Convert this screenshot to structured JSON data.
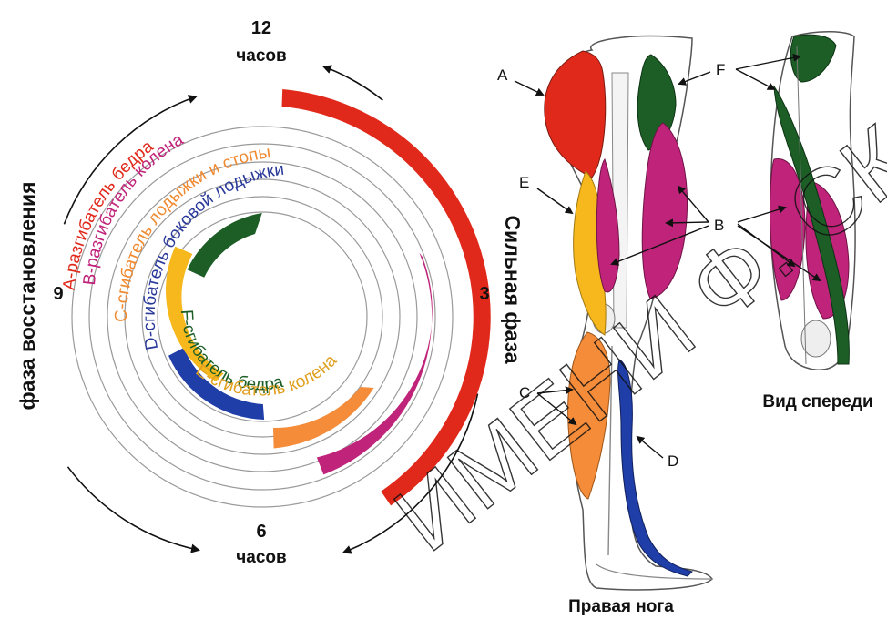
{
  "clock": {
    "top_num": "12",
    "top_word": "часов",
    "right_num": "3",
    "bottom_num": "6",
    "bottom_word": "часов",
    "left_num": "9",
    "left_label": "фаза восстановления",
    "right_label": "Сильная фаза"
  },
  "muscles": {
    "A": "А-разгибатель бедра",
    "B": "В-разгибатель колена",
    "C": "С-сгибатель лодыжки и стопы",
    "D": "D-сгибатель боковой лодыжки",
    "F": "F-сгибатель бедра",
    "E": "E-сгибатель колена"
  },
  "leg": {
    "letters": [
      "A",
      "E",
      "F",
      "B",
      "C",
      "D"
    ],
    "caption_side": "Правая нога",
    "caption_front": "Вид спереди"
  },
  "watermark": "ИМЕНИ Ф. СКОРИНЫ",
  "colors": {
    "A": "#e0291a",
    "B": "#c0237a",
    "C": "#f48c3a",
    "D": "#1f3ea8",
    "E": "#f6b81c",
    "F": "#1c5e26",
    "text_A": "#e0291a",
    "text_B": "#c0237a",
    "text_C": "#f08a30",
    "text_D": "#2a3a9a",
    "text_F": "#1c5e26",
    "text_E": "#e0a020"
  }
}
